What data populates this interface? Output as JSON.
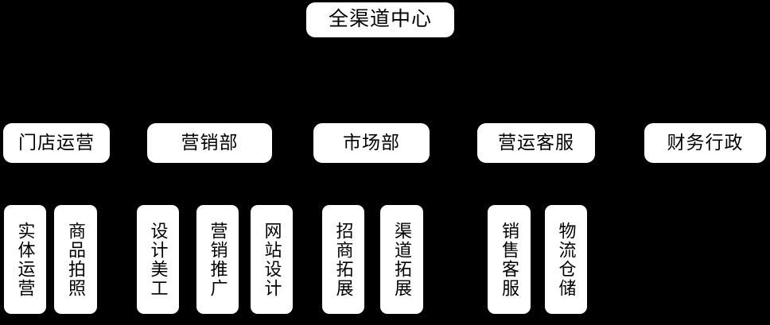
{
  "diagram": {
    "title": "全渠道中心",
    "type": "org-chart",
    "background_color": "#000000",
    "node_fill_color": "#ffffff",
    "node_text_color": "#000000",
    "connector_color": "#000000"
  },
  "root": {
    "label": "全渠道中心"
  },
  "departments": [
    {
      "label": "门店运营"
    },
    {
      "label": "营销部"
    },
    {
      "label": "市场部"
    },
    {
      "label": "营运客服"
    },
    {
      "label": "财务行政"
    }
  ],
  "teams": [
    {
      "label": "实体运营",
      "parent": "门店运营"
    },
    {
      "label": "商品拍照",
      "parent": "门店运营"
    },
    {
      "label": "设计美工",
      "parent": "营销部"
    },
    {
      "label": "营销推广",
      "parent": "营销部"
    },
    {
      "label": "网站设计",
      "parent": "营销部"
    },
    {
      "label": "招商拓展",
      "parent": "市场部"
    },
    {
      "label": "渠道拓展",
      "parent": "市场部"
    },
    {
      "label": "销售客服",
      "parent": "营运客服"
    },
    {
      "label": "物流仓储",
      "parent": "营运客服"
    }
  ]
}
